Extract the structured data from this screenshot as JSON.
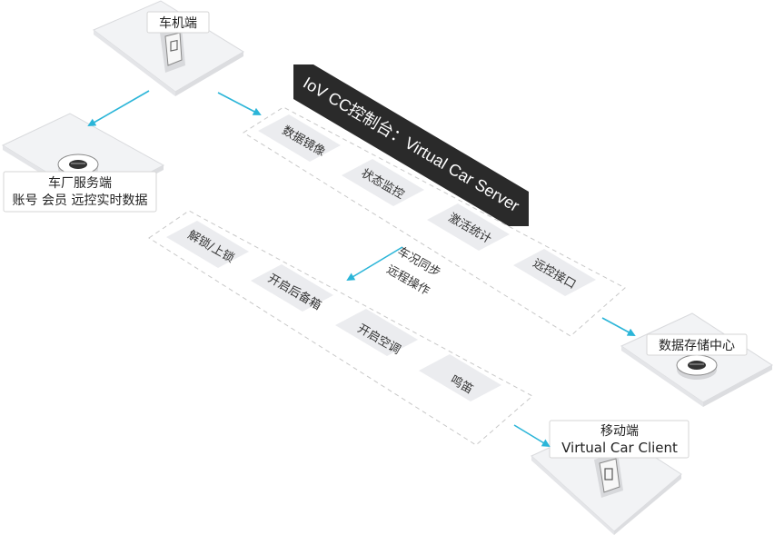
{
  "colors": {
    "accent": "#2bb5d8",
    "platform": "#f2f3f5",
    "platform_edge": "#d9dadd",
    "tile": "#ebecef",
    "title_bg": "#2a2a2a",
    "dash": "#c8c8c8"
  },
  "nodes": {
    "vehicle": {
      "label": "车机端",
      "icon": "car-unit-icon"
    },
    "oem": {
      "label_line1": "车厂服务端",
      "label_line2": "账号 会员 远控实时数据",
      "icon": "server-disk-icon"
    },
    "storage": {
      "label": "数据存储中心",
      "icon": "storage-disk-icon"
    },
    "mobile": {
      "label_line1": "移动端",
      "label_line2": "Virtual Car Client",
      "icon": "mobile-device-icon"
    }
  },
  "console": {
    "title": "IoV CC控制台：Virtual Car Server",
    "modules": [
      "数据镜像",
      "状态监控",
      "激活统计",
      "远控接口"
    ]
  },
  "operations": {
    "items": [
      "解锁/上锁",
      "开启后备箱",
      "开启空调",
      "鸣笛"
    ]
  },
  "sync": {
    "line1": "车况同步",
    "line2": "远程操作"
  }
}
